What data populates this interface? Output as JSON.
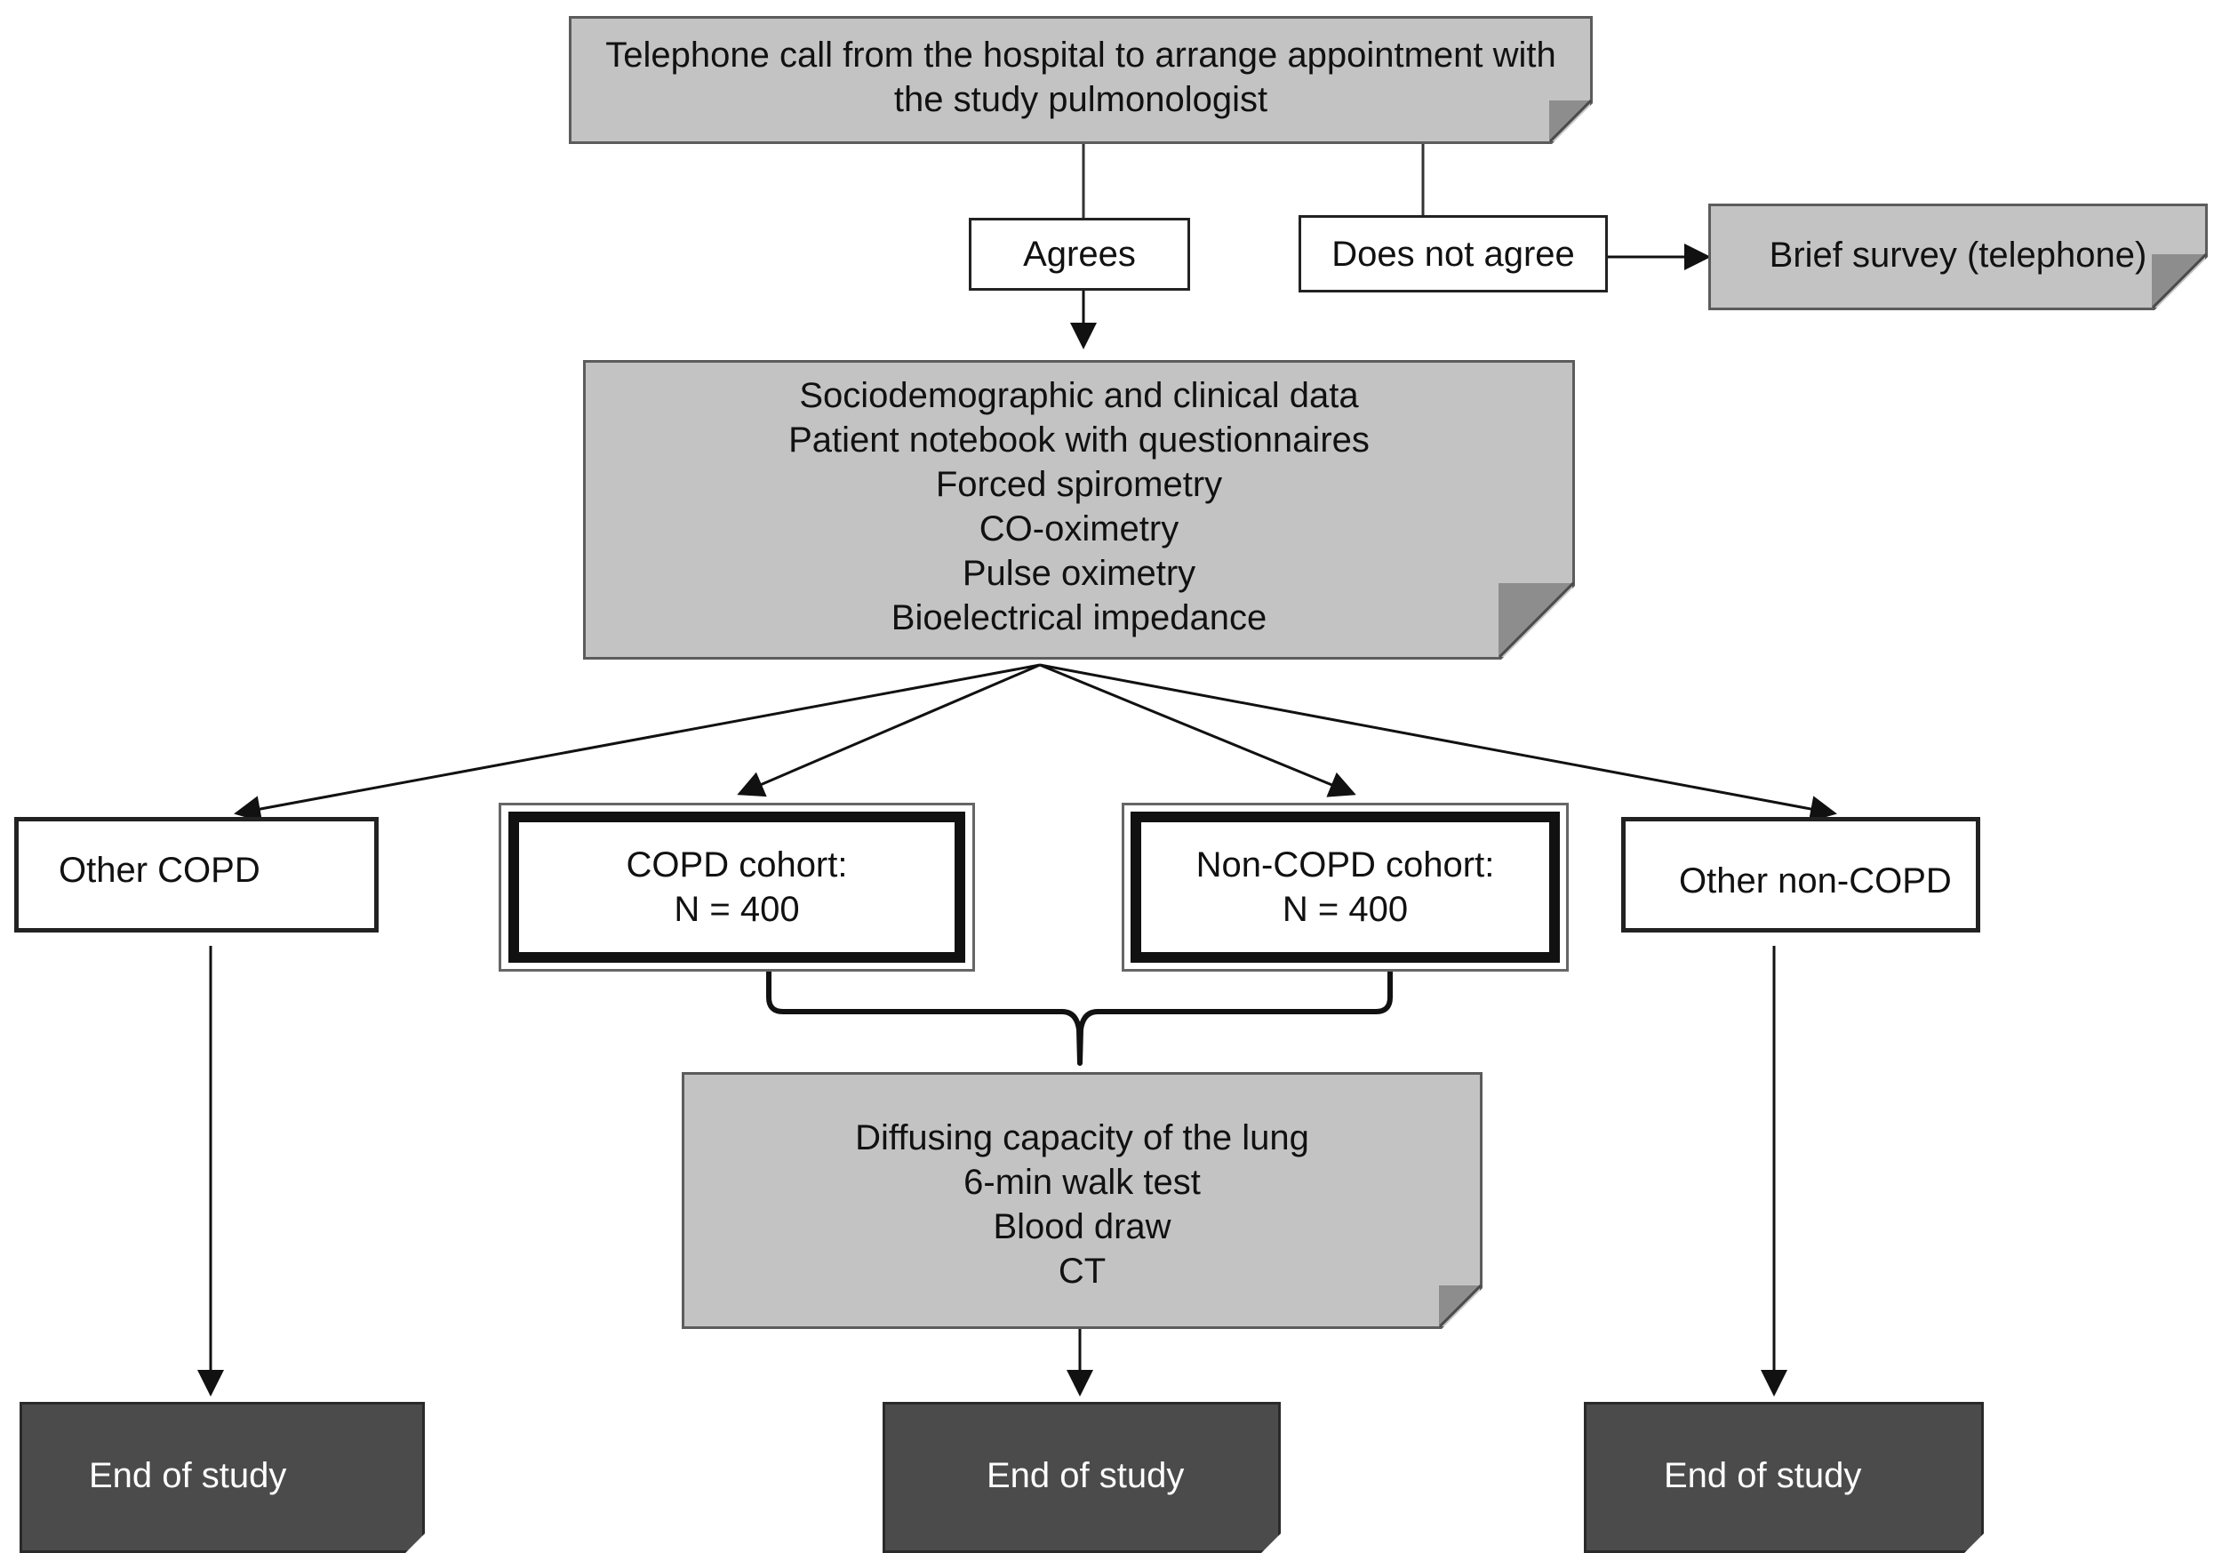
{
  "nodes": {
    "call": [
      "Telephone call from the hospital to arrange appointment with",
      "the study pulmonologist"
    ],
    "agrees": "Agrees",
    "not_agree": "Does not agree",
    "brief_survey": "Brief survey (telephone)",
    "baseline": [
      "Sociodemographic and clinical data",
      "Patient notebook with questionnaires",
      "Forced spirometry",
      "CO-oximetry",
      "Pulse oximetry",
      "Bioelectrical impedance"
    ],
    "other_copd": "Other COPD",
    "copd_cohort": [
      "COPD cohort:",
      "N = 400"
    ],
    "non_copd_cohort": [
      "Non-COPD cohort:",
      "N = 400"
    ],
    "other_non_copd": "Other non-COPD",
    "followup": [
      "Diffusing capacity of the lung",
      "6-min walk test",
      "Blood draw",
      "CT"
    ],
    "end_left": "End of study",
    "end_center": "End of study",
    "end_right": "End of study"
  }
}
